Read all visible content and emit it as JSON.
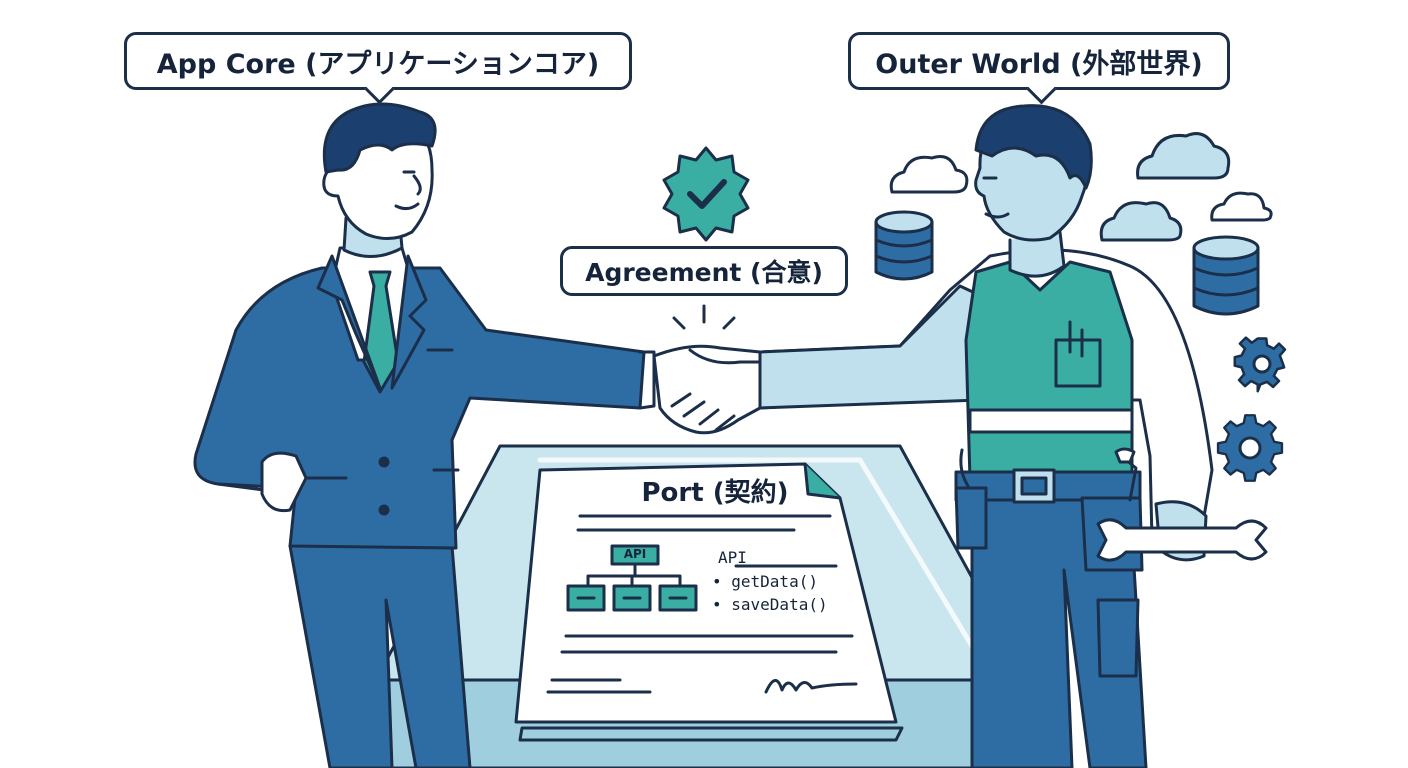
{
  "labels": {
    "app_core": "App Core (アプリケーションコア)",
    "outer_world": "Outer World (外部世界)",
    "agreement": "Agreement (合意)"
  },
  "document": {
    "title": "Port (契約)",
    "api_box_label": "API",
    "api_heading": "API",
    "methods": [
      "getData()",
      "saveData()"
    ]
  },
  "colors": {
    "outline": "#1b2f4a",
    "suit": "#2e6da4",
    "tie_and_vest": "#3aaea3",
    "light_blue": "#bfe0ec",
    "table": "#9fcfdf"
  },
  "icons": [
    "checkmark-badge-icon",
    "cloud-icon",
    "database-icon",
    "gear-icon",
    "wrench-icon",
    "signature-icon"
  ]
}
